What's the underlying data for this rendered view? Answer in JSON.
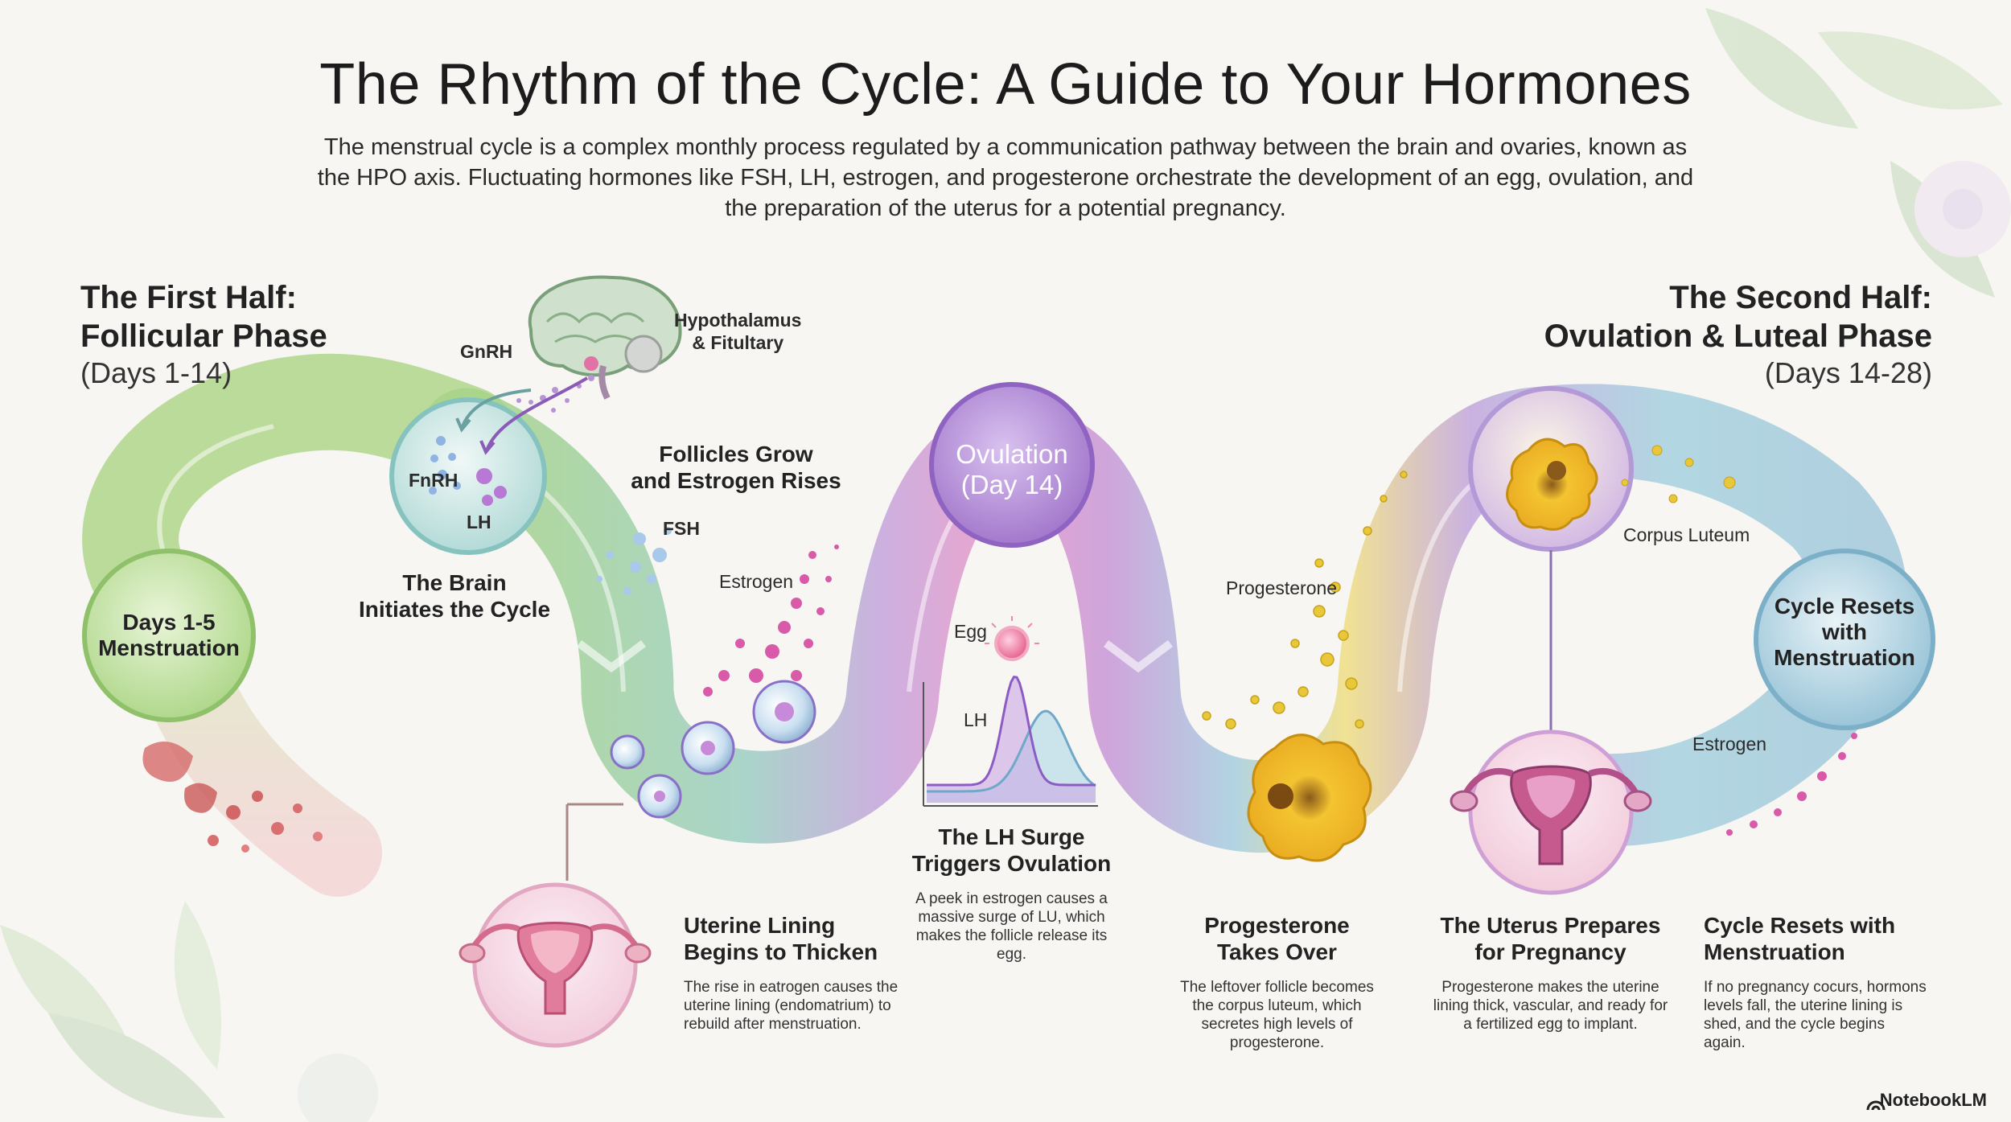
{
  "title": "The Rhythm of the Cycle: A Guide to Your Hormones",
  "intro": "The menstrual cycle is a complex monthly process regulated by a communication pathway between the brain and ovaries, known as the HPO axis. Fluctuating hormones like FSH, LH, estrogen, and progesterone orchestrate the development of an egg, ovulation, and the preparation of the uterus for a potential pregnancy.",
  "first_half": {
    "heading_line1": "The First Half:",
    "heading_line2": "Follicular Phase",
    "days": "(Days 1-14)"
  },
  "second_half": {
    "heading_line1": "The Second Half:",
    "heading_line2": "Ovulation & Luteal Phase",
    "days": "(Days 14-28)"
  },
  "circles": {
    "menstruation_line1": "Days 1-5",
    "menstruation_line2": "Menstruation",
    "ovulation_line1": "Ovulation",
    "ovulation_line2": "(Day 14)",
    "reset_line1": "Cycle Resets",
    "reset_line2": "with",
    "reset_line3": "Menstruation"
  },
  "labels": {
    "gnrh": "GnRH",
    "hypothalamus_line1": "Hypothalamus",
    "hypothalamus_line2": "& Fitultary",
    "fnrh": "FnRH",
    "lh_small": "LH",
    "fsh": "FSH",
    "estrogen_left": "Estrogen",
    "egg": "Egg",
    "lh_chart": "LH",
    "progesterone": "Progesterone",
    "corpus_luteum": "Corpus Luteum",
    "estrogen_right": "Estrogen"
  },
  "stages": {
    "brain": {
      "line1": "The Brain",
      "line2": "Initiates the Cycle"
    },
    "follicles": {
      "line1": "Follicles Grow",
      "line2": "and Estrogen Rises"
    },
    "uterine": {
      "line1": "Uterine Lining",
      "line2": "Begins to Thicken",
      "caption": "The rise in eatrogen causes the uterine lining (endomatrium) to rebuild after menstruation."
    },
    "lh_surge": {
      "line1": "The LH Surge",
      "line2": "Triggers Ovulation",
      "caption": "A peek in estrogen causes a massive surge of LU, which makes the follicle release its egg."
    },
    "progesterone": {
      "line1": "Progesterone",
      "line2": "Takes Over",
      "caption": "The leftover follicle becomes the corpus luteum, which secretes high levels of progesterone."
    },
    "prepares": {
      "line1": "The Uterus Prepares",
      "line2": "for Pregnancy",
      "caption": "Progesterone makes the uterine lining thick, vascular, and ready for a fertilized egg to implant."
    },
    "resets": {
      "line1": "Cycle Resets with",
      "line2": "Menstruation",
      "caption": "If no pregnancy cocurs, hormons levels fall, the uterine lining is shed, and the cycle begins again."
    }
  },
  "brand": "NotebookLM",
  "colors": {
    "green": "#9fcf7c",
    "teal": "#8ec9c6",
    "pink": "#e58cc0",
    "purple": "#b48fd1",
    "yellow": "#f1dc6c",
    "blue": "#9fc6d9"
  }
}
